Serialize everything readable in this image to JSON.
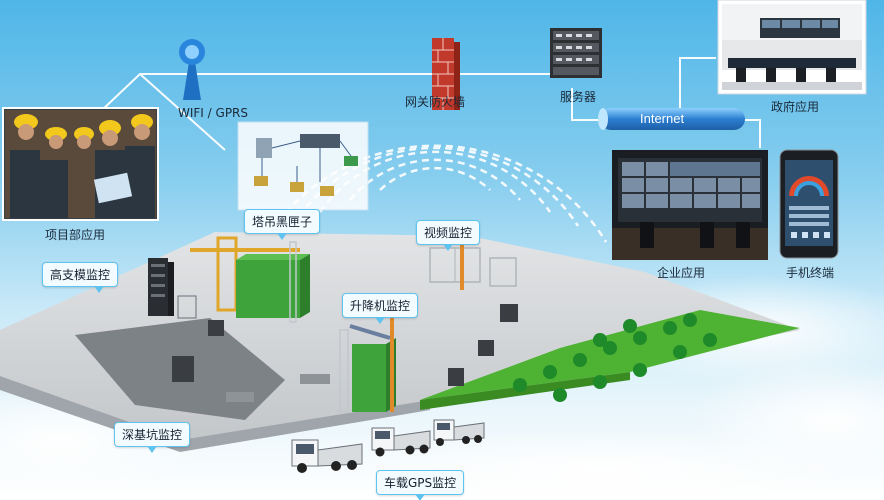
{
  "labels": {
    "wifi": "WIFI / GPRS",
    "firewall": "网关防火墙",
    "server": "服务器",
    "internet": "Internet",
    "government": "政府应用",
    "project_dept": "项目部应用",
    "enterprise": "企业应用",
    "mobile": "手机终端"
  },
  "callouts": {
    "tower_crane": "塔吊黑匣子",
    "video": "视频监控",
    "formwork": "高支模监控",
    "hoist": "升降机监控",
    "pit": "深基坑监控",
    "gps": "车载GPS监控"
  },
  "colors": {
    "sky": "#4fb6e8",
    "ground": "#d4d7da",
    "lawn": "#4eb232",
    "internet_pipe": "#2c7fd1",
    "firewall": "#c0392b",
    "label_border": "#5ec3ef"
  }
}
